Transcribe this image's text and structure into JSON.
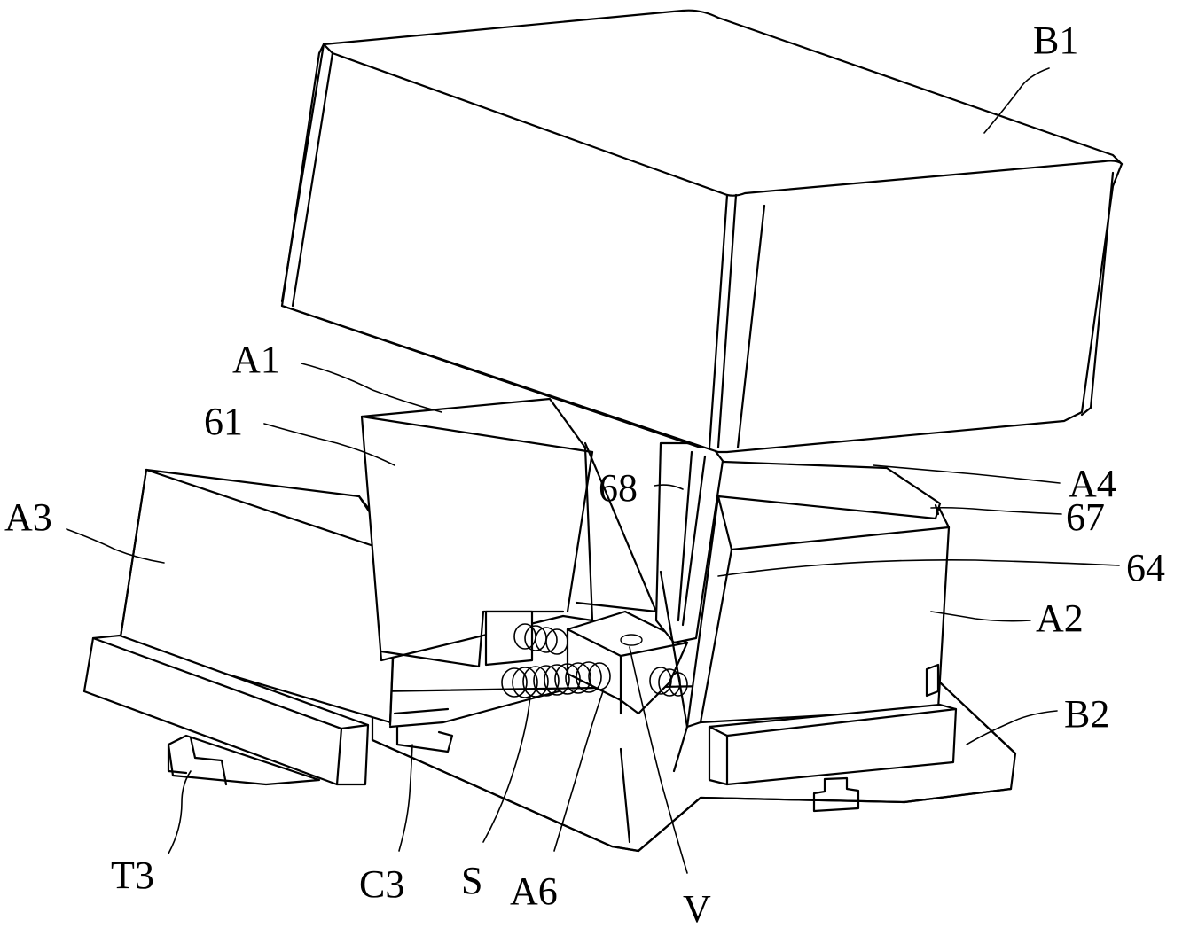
{
  "labels": {
    "B1": "B1",
    "A1": "A1",
    "61": "61",
    "A3": "A3",
    "68": "68",
    "A4": "A4",
    "67": "67",
    "64": "64",
    "A2": "A2",
    "B2": "B2",
    "T3": "T3",
    "C3": "C3",
    "S": "S",
    "A6": "A6",
    "V": "V"
  }
}
